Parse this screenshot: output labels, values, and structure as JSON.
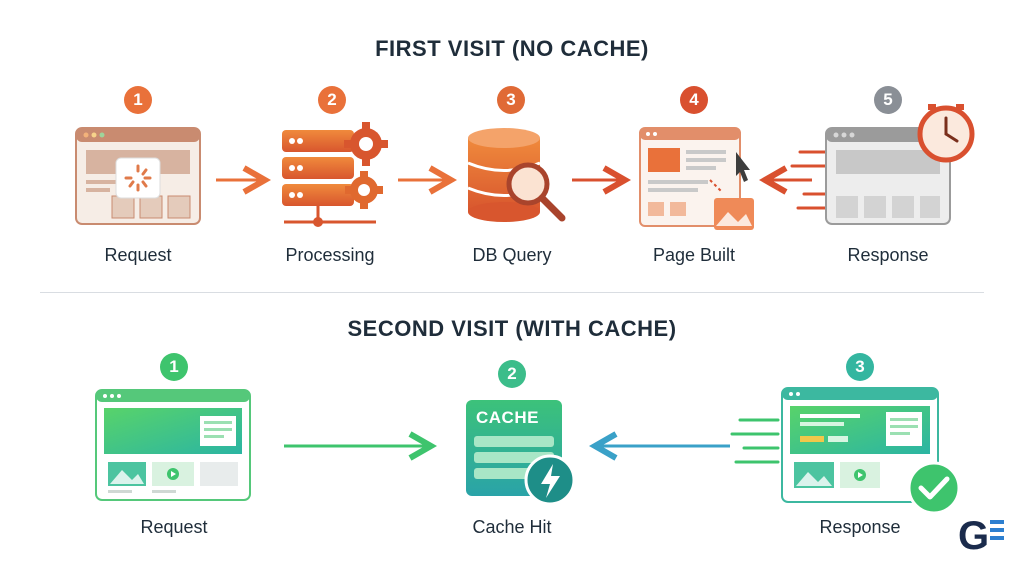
{
  "first_visit": {
    "title": "FIRST VISIT (NO CACHE)",
    "steps": [
      {
        "number": "1",
        "label": "Request"
      },
      {
        "number": "2",
        "label": "Processing"
      },
      {
        "number": "3",
        "label": "DB Query"
      },
      {
        "number": "4",
        "label": "Page Built"
      },
      {
        "number": "5",
        "label": "Response"
      }
    ]
  },
  "second_visit": {
    "title": "SECOND VISIT (WITH CACHE)",
    "steps": [
      {
        "number": "1",
        "label": "Request"
      },
      {
        "number": "2",
        "label": "Cache Hit"
      },
      {
        "number": "3",
        "label": "Response"
      }
    ],
    "cache_label": "CACHE"
  },
  "logo": {
    "text": "G"
  },
  "colors": {
    "first_accent": "#e9713a",
    "second_accent": "#3ec46d",
    "arrow_blue": "#3aa1c8",
    "badge_gray": "#8a8f96",
    "text": "#1f2d3a"
  }
}
